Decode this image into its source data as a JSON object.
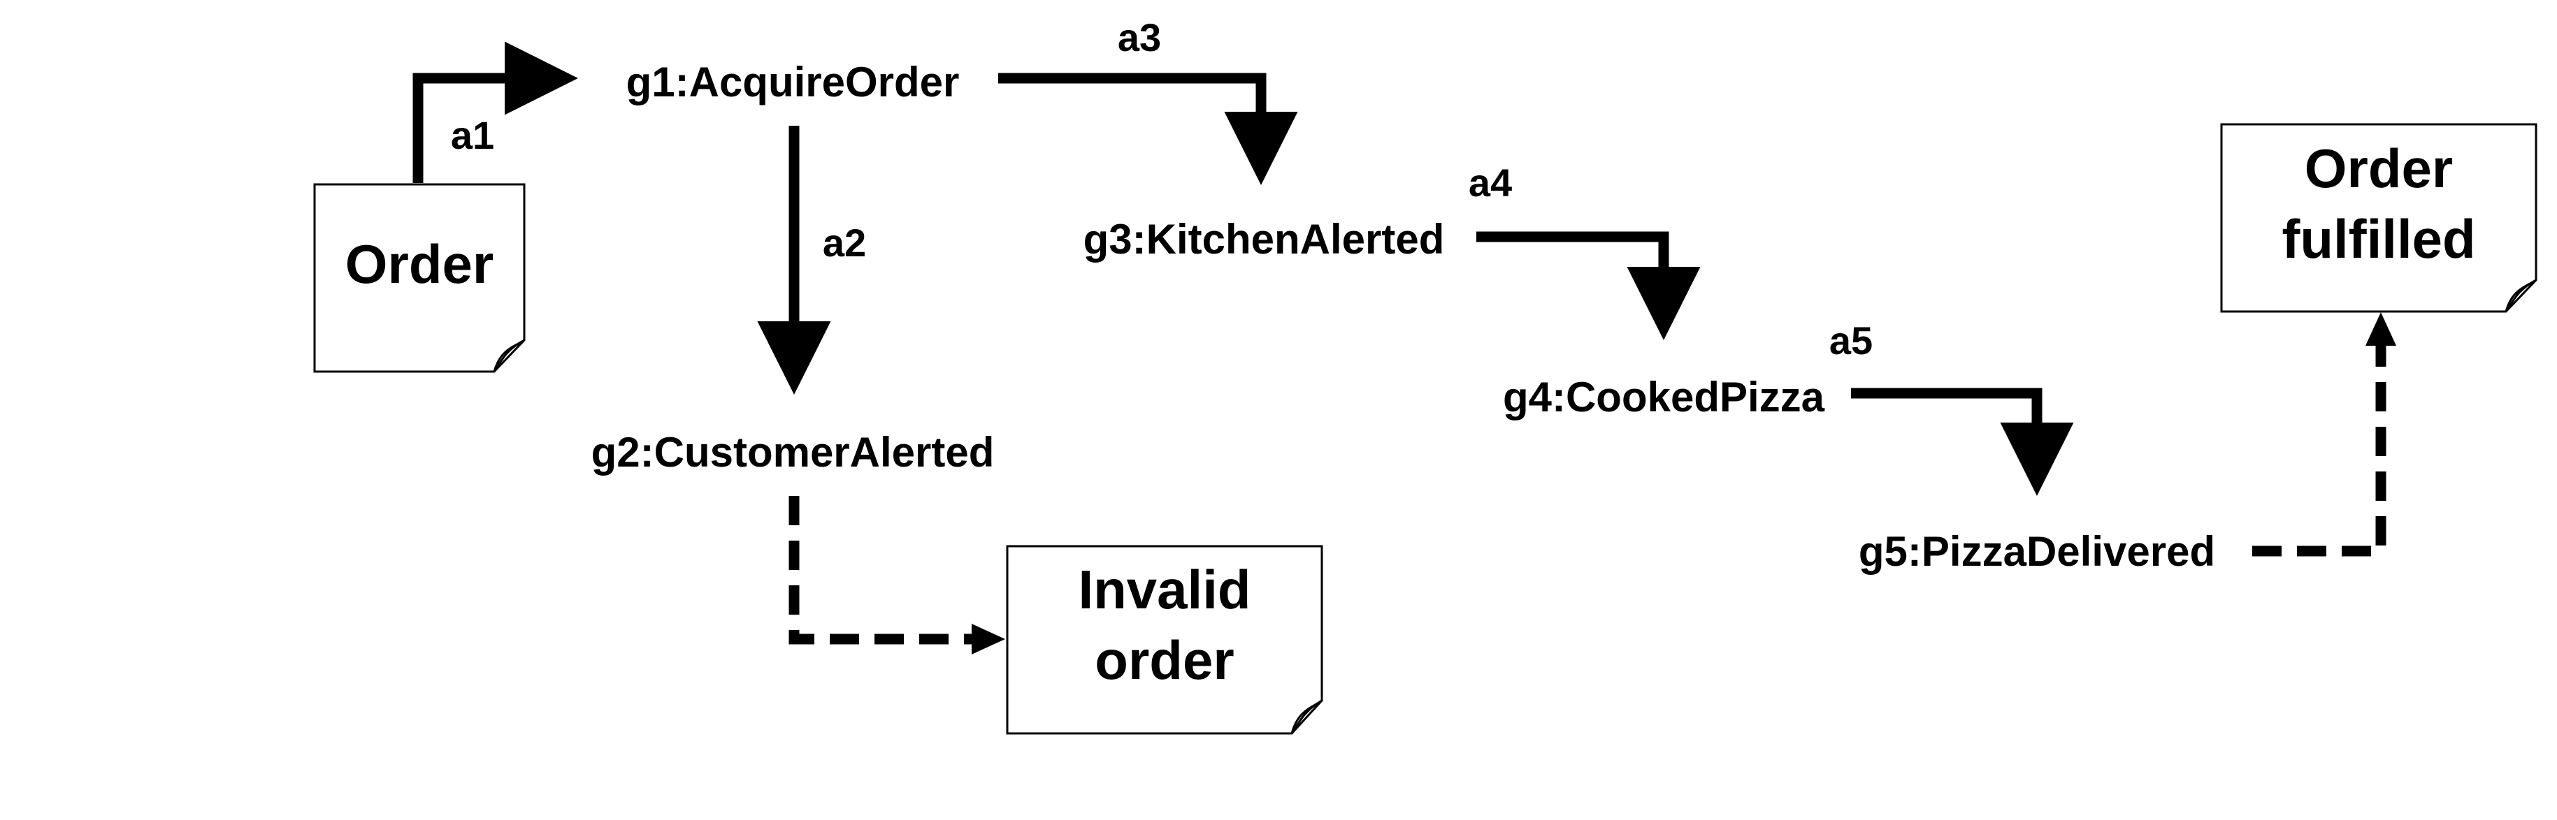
{
  "notes": {
    "order": [
      "Order"
    ],
    "invalid": [
      "Invalid",
      "order"
    ],
    "fulfilled": [
      "Order",
      "fulfilled"
    ]
  },
  "goals": {
    "g1": "g1:AcquireOrder",
    "g2": "g2:CustomerAlerted",
    "g3": "g3:KitchenAlerted",
    "g4": "g4:CookedPizza",
    "g5": "g5:PizzaDelivered"
  },
  "actions": {
    "a1": "a1",
    "a2": "a2",
    "a3": "a3",
    "a4": "a4",
    "a5": "a5"
  },
  "style": {
    "stroke": "#000000",
    "background": "#ffffff"
  }
}
